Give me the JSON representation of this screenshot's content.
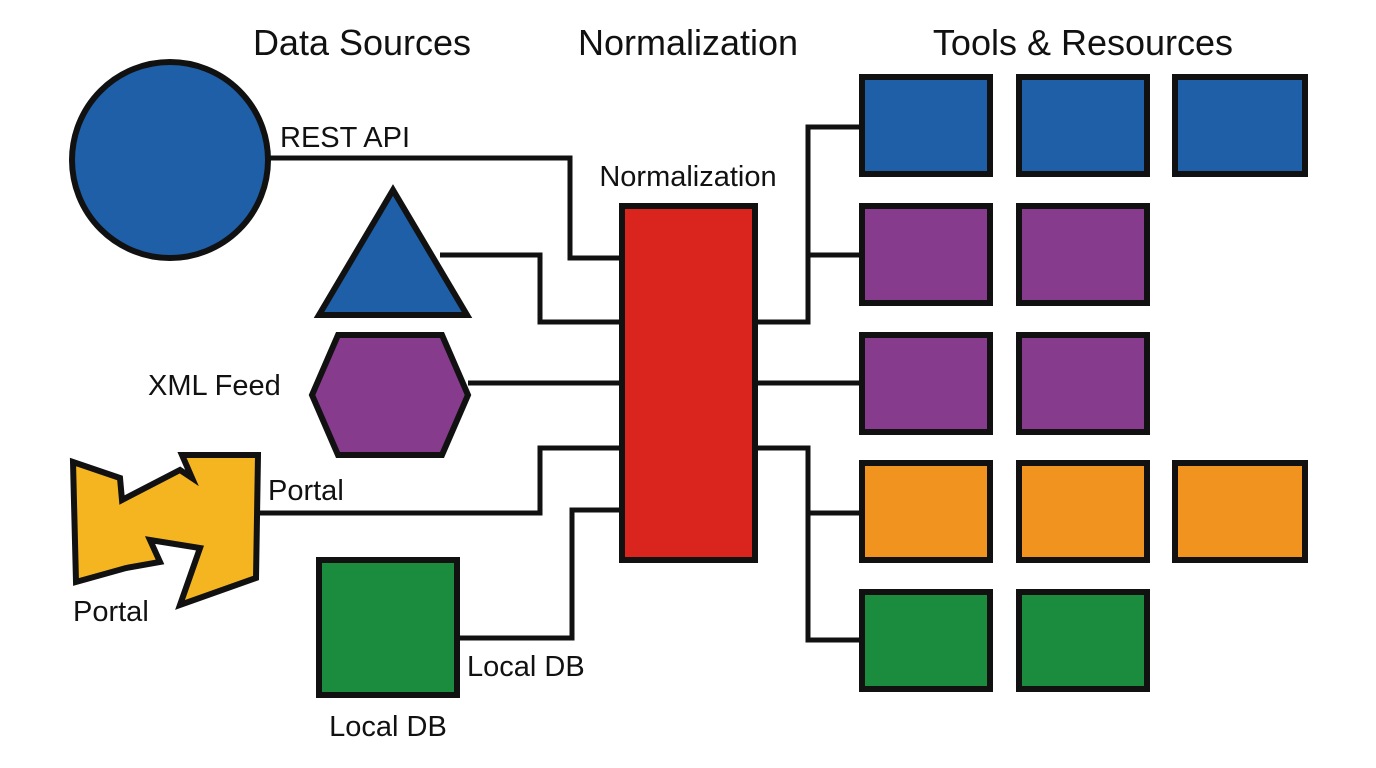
{
  "headers": {
    "data_sources": "Data Sources",
    "normalization": "Normalization",
    "tools_resources": "Tools & Resources"
  },
  "labels": {
    "rest_api": "REST API",
    "normalization_block": "Normalization",
    "xml_feed": "XML Feed",
    "portal_connector": "Portal",
    "portal_source": "Portal",
    "local_db_connector": "Local DB",
    "local_db_source": "Local DB"
  },
  "colors": {
    "blue": "#1f5fa8",
    "purple": "#873b8c",
    "orange": "#f0931f",
    "yellow": "#f5b520",
    "green": "#1b8c3e",
    "red": "#d9251d",
    "stroke": "#111111"
  }
}
